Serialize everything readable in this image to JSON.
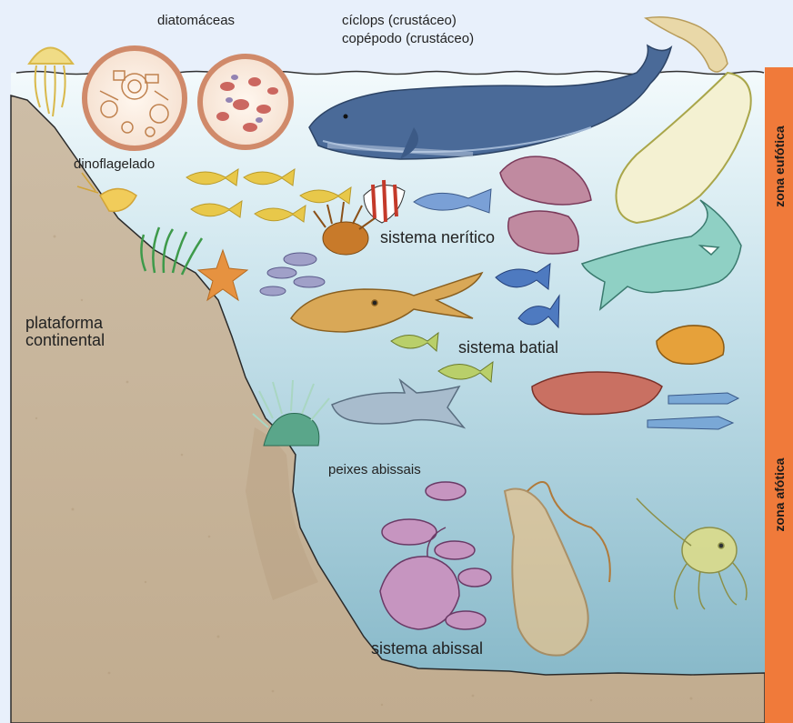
{
  "labels": {
    "diatoms": "diatomáceas",
    "cyclops": "cíclops (crustáceo)",
    "copepod": "copépodo (crustáceo)",
    "dinoflagellate": "dinoflagelado",
    "neritic": "sistema nerítico",
    "bathyal": "sistema batial",
    "abyssal": "sistema abissal",
    "abyssal_fish": "peixes abissais",
    "shelf_line1": "plataforma",
    "shelf_line2": "continental"
  },
  "zones": {
    "euphotic": "zona eufótica",
    "aphotic": "zona afótica"
  },
  "colors": {
    "zone_bar": "#f07a3a",
    "water_top": "#eef7fb",
    "water_bottom": "#7fb3c4",
    "seabed": "#c9b79f"
  }
}
